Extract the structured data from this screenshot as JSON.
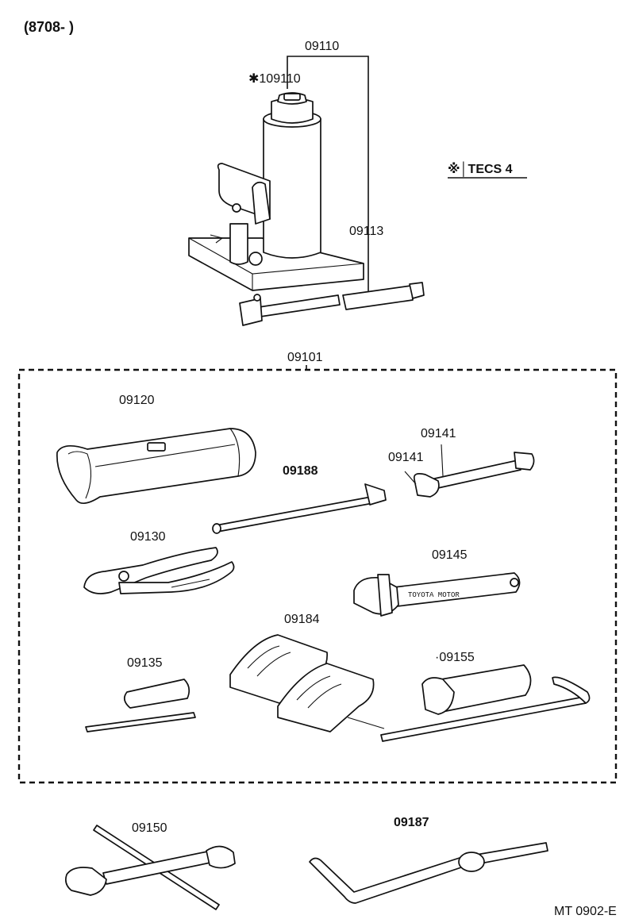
{
  "header": {
    "date_range": "(8708-     )"
  },
  "jack": {
    "group_label": "09110",
    "part_label": "✱109110",
    "handle_label": "09113"
  },
  "note": {
    "text": "※│TECS 4"
  },
  "tool_kit": {
    "group_label": "09101",
    "items": [
      {
        "code": "09120",
        "bold": false
      },
      {
        "code": "09188",
        "bold": true
      },
      {
        "code": "09141",
        "bold": false
      },
      {
        "code": "09141",
        "bold": false
      },
      {
        "code": "09130",
        "bold": false
      },
      {
        "code": "09145",
        "bold": false
      },
      {
        "code": "09184",
        "bold": false
      },
      {
        "code": "09135",
        "bold": false
      },
      {
        "code": "·09155",
        "bold": false
      }
    ]
  },
  "loose_tools": [
    {
      "code": "09150",
      "bold": false
    },
    {
      "code": "09187",
      "bold": true
    }
  ],
  "footer": {
    "ref": "MT 0902-E"
  },
  "wrench_text": "TOYOTA MOTOR"
}
